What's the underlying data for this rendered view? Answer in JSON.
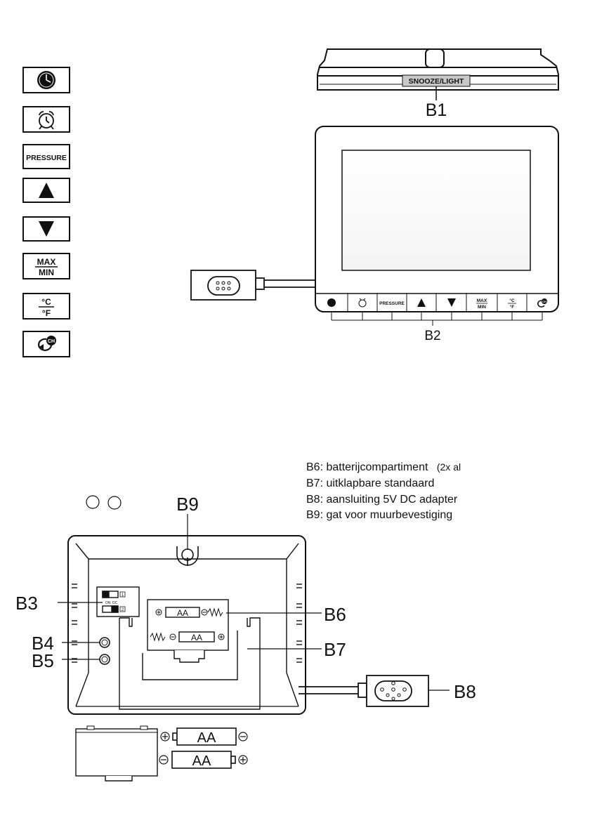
{
  "top_view": {
    "button_label": "SNOOZE/LIGHT",
    "callout": "B1"
  },
  "front_view": {
    "callout": "B2",
    "button_strip": [
      {
        "icon": "clock-icon"
      },
      {
        "icon": "alarm-clock-icon"
      },
      {
        "label": "PRESSURE"
      },
      {
        "icon": "up-arrow-icon"
      },
      {
        "icon": "down-arrow-icon"
      },
      {
        "label_top": "MAX",
        "label_bottom": "MIN"
      },
      {
        "label_top": "°C",
        "label_bottom": "°F"
      },
      {
        "icon": "channel-cycle-icon",
        "label": "CH"
      }
    ]
  },
  "legend_keys": {
    "pressure": "PRESSURE",
    "max": "MAX",
    "min": "MIN",
    "celsius": "°C",
    "fahrenheit": "°F",
    "channel": "CH"
  },
  "back_view": {
    "callouts": {
      "b3": "B3",
      "b4": "B4",
      "b5": "B5",
      "b6": "B6",
      "b7": "B7",
      "b8": "B8",
      "b9": "B9"
    },
    "switch_labels": {
      "left": "ON",
      "right": "DC",
      "num1": "1",
      "num2": "2"
    },
    "battery_label": "AA"
  },
  "descriptions": [
    {
      "main": "B6: batterijcompartiment",
      "extra": "(2x al"
    },
    {
      "main": "B7: uitklapbare standaard"
    },
    {
      "main": "B8: aansluiting 5V DC adapter"
    },
    {
      "main": "B9: gat voor muurbevestiging"
    }
  ]
}
